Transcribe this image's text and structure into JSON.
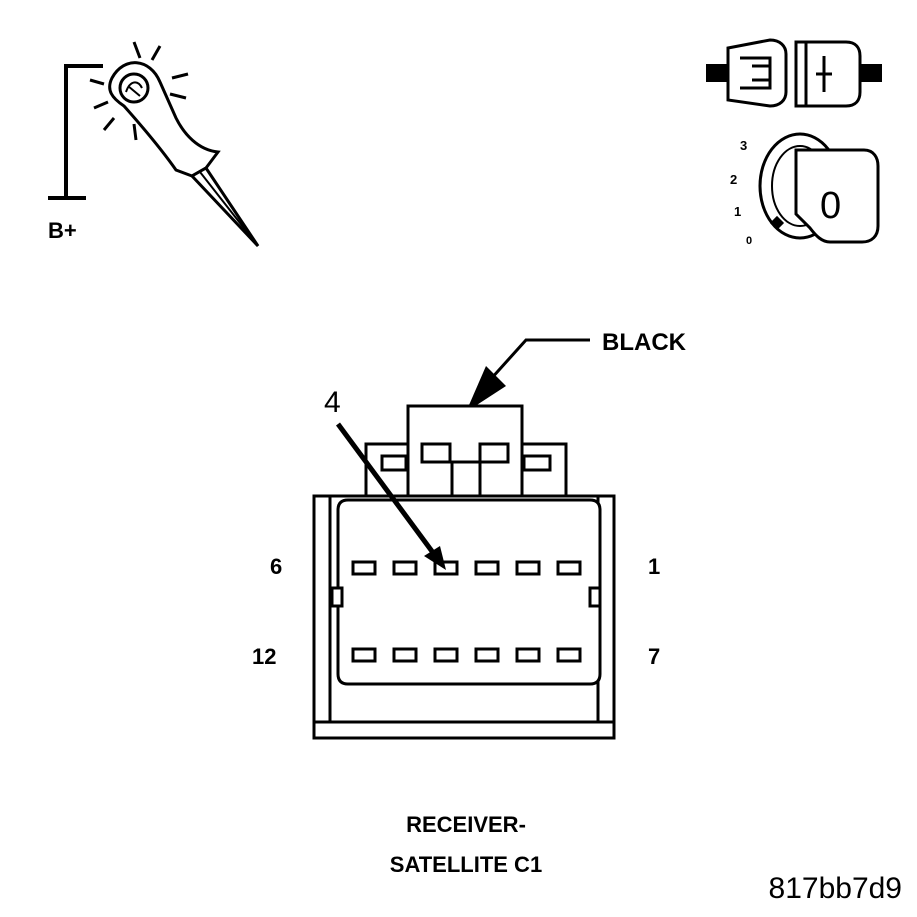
{
  "probe_icon": {
    "supply_label": "B+",
    "icon": "test-light-probe-icon"
  },
  "unplug_icon": {
    "icon": "disconnect-connector-icon"
  },
  "ignition_icon": {
    "icon": "ignition-key-icon",
    "positions": [
      "3",
      "2",
      "1",
      "0"
    ],
    "key_position": "0"
  },
  "connector": {
    "color_label": "BLACK",
    "highlight_pin": "4",
    "pin_labels": {
      "top_left": "6",
      "top_right": "1",
      "bottom_left": "12",
      "bottom_right": "7"
    },
    "name_line1": "RECEIVER-",
    "name_line2": "SATELLITE C1"
  },
  "figure_id": "817bb7d9"
}
